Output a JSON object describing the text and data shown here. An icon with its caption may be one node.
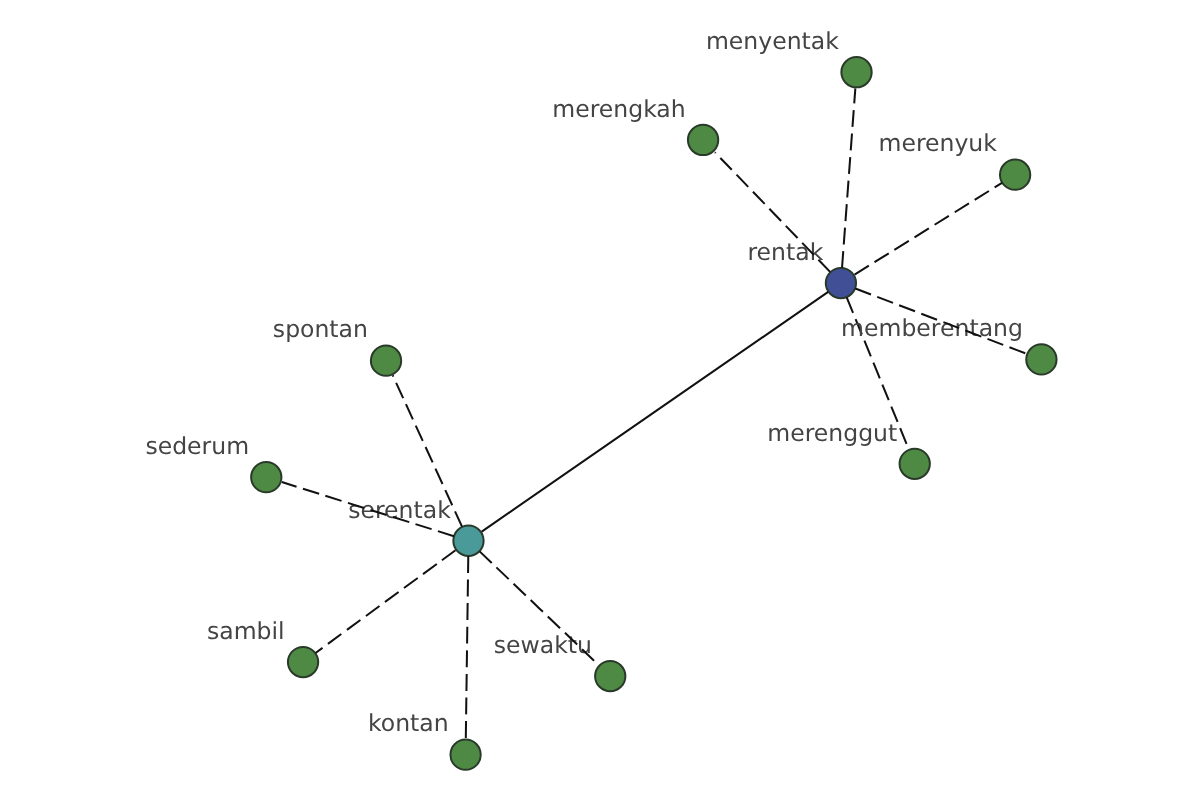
{
  "diagram": {
    "nodes": [
      {
        "text": [
          "spontan"
        ]
      },
      {
        "text": [
          "kontan"
        ]
      },
      {
        "text": [
          "serentak"
        ]
      },
      {
        "text": [
          "sederum"
        ]
      },
      {
        "text": [
          "sambil"
        ]
      },
      {
        "text": [
          "sewaktu"
        ]
      },
      {
        "text": [
          "merengkah"
        ]
      },
      {
        "text": [
          "rentak"
        ]
      },
      {
        "text": [
          "merenggut"
        ]
      },
      {
        "text": [
          "merenyuk"
        ]
      },
      {
        "text": [
          "menyentak"
        ]
      },
      {
        "text": [
          "memberentang"
        ]
      }
    ],
    "edges": [
      {
        "from": 2,
        "to": 0,
        "arrow": "none",
        "style": "dashed"
      },
      {
        "from": 2,
        "to": 1,
        "arrow": "none",
        "style": "dashed"
      },
      {
        "from": 2,
        "to": 3,
        "arrow": "none",
        "style": "dashed"
      },
      {
        "from": 2,
        "to": 4,
        "arrow": "none",
        "style": "dashed"
      },
      {
        "from": 2,
        "to": 5,
        "arrow": "none",
        "style": "dashed"
      },
      {
        "from": 2,
        "to": 7,
        "arrow": "none"
      },
      {
        "from": 7,
        "to": 6,
        "arrow": "none",
        "style": "dashed"
      },
      {
        "from": 7,
        "to": 8,
        "arrow": "none",
        "style": "dashed"
      },
      {
        "from": 7,
        "to": 9,
        "arrow": "none",
        "style": "dashed"
      },
      {
        "from": 7,
        "to": 10,
        "arrow": "none",
        "style": "dashed"
      },
      {
        "from": 7,
        "to": 11,
        "arrow": "none",
        "style": "dashed"
      }
    ]
  }
}
